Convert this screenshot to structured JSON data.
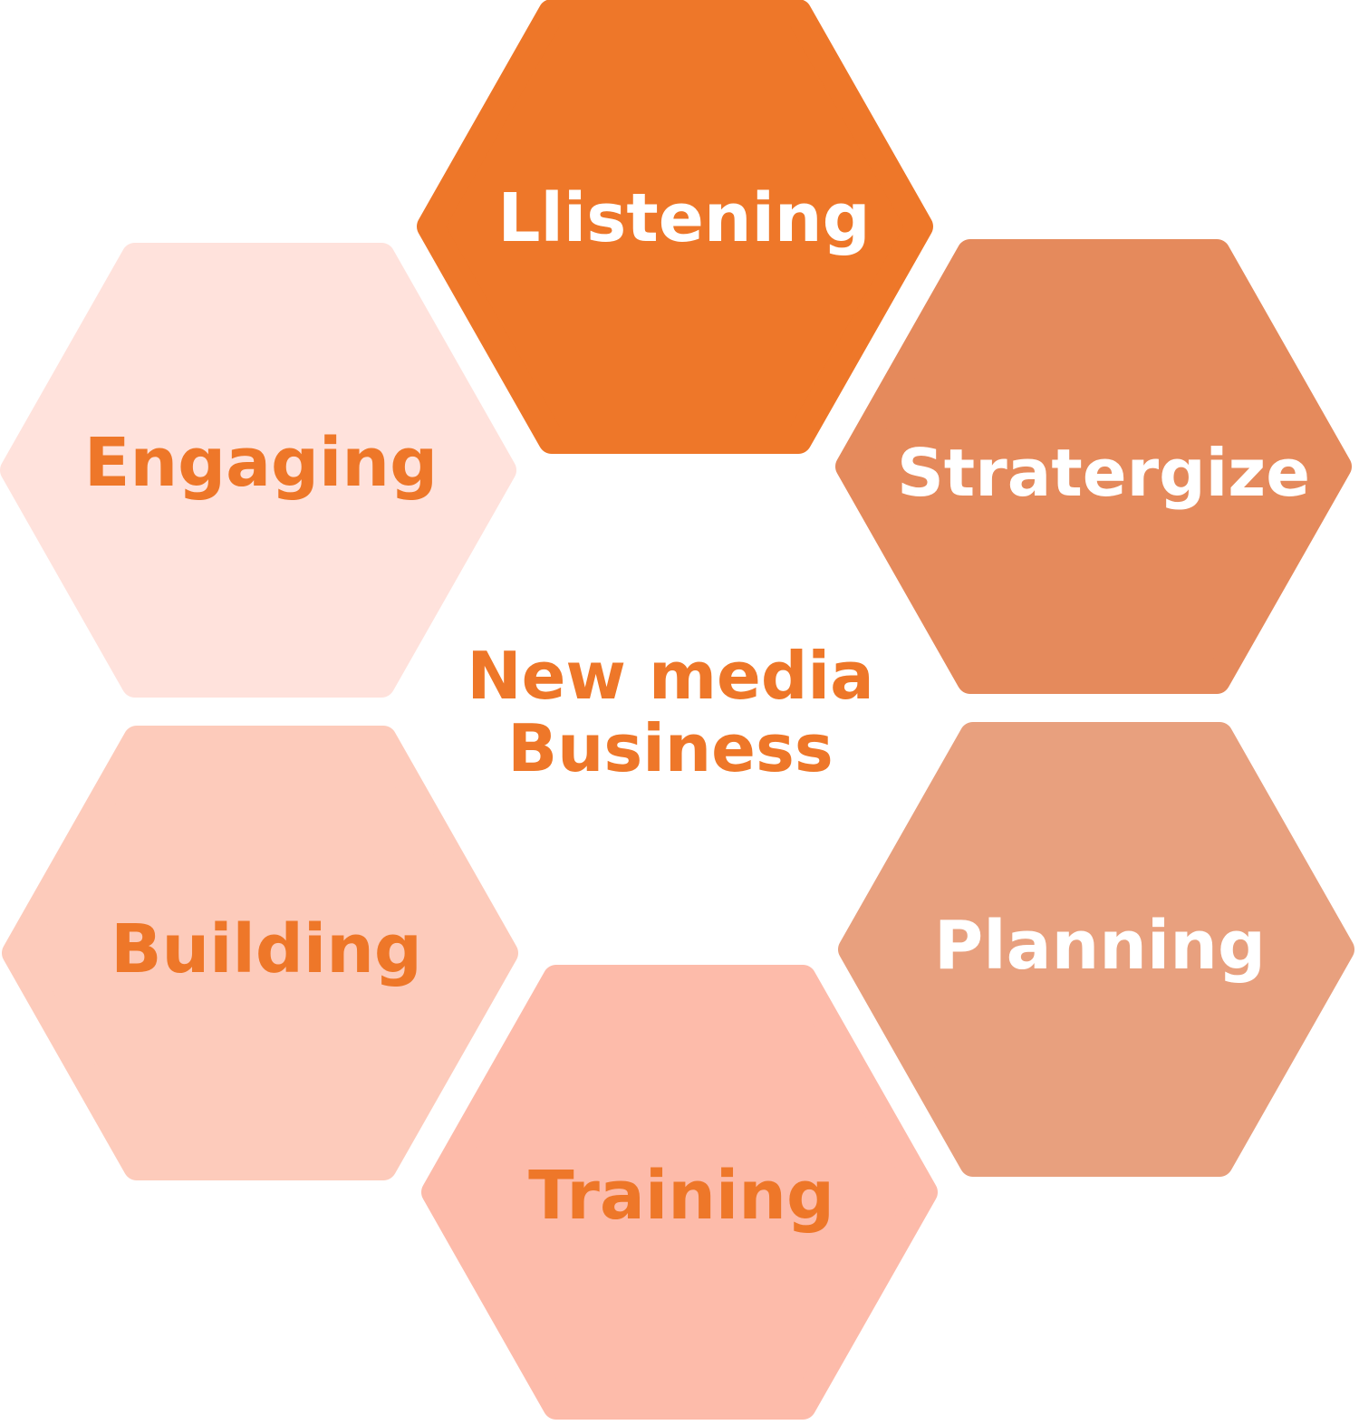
{
  "center": {
    "line1": "New media",
    "line2": "Business",
    "color": "#EE7729"
  },
  "hexagons": [
    {
      "label": "Llistening",
      "fill": "#EE7729",
      "text_color": "#FFFFFF"
    },
    {
      "label": "Stratergize",
      "fill": "#E58A5C",
      "text_color": "#FFFFFF"
    },
    {
      "label": "Planning",
      "fill": "#E8A07E",
      "text_color": "#FFFFFF"
    },
    {
      "label": "Training",
      "fill": "#FDBBAA",
      "text_color": "#EE7729"
    },
    {
      "label": "Building",
      "fill": "#FDCBBB",
      "text_color": "#EE7729"
    },
    {
      "label": "Engaging",
      "fill": "#FFE2DC",
      "text_color": "#EE7729"
    }
  ]
}
